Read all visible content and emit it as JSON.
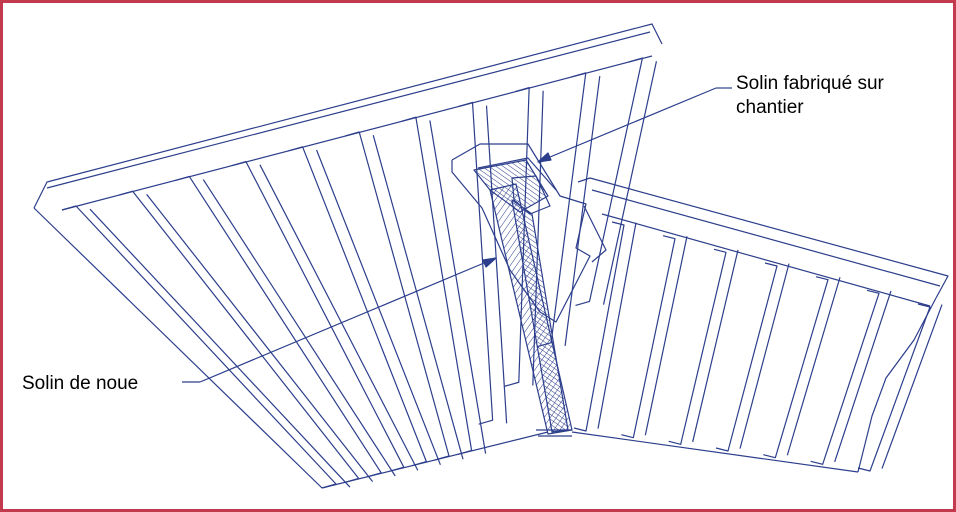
{
  "callouts": {
    "site_flashing_line1": "Solin fabriqué sur",
    "site_flashing_line2": "chantier",
    "valley_flashing": "Solin de noue"
  },
  "colors": {
    "frame_border": "#c23a4e",
    "drawing_line": "#2c3e8c",
    "callout_text": "#000000"
  }
}
